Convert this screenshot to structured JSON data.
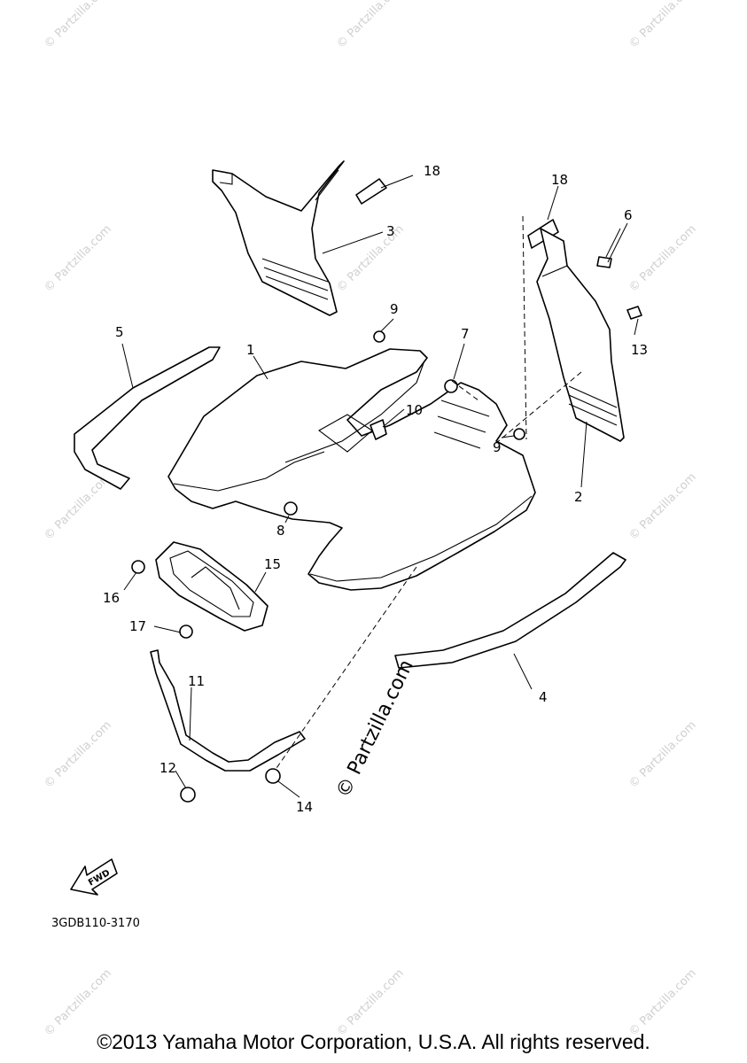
{
  "diagram": {
    "drawing_code": "3GDB110-3170",
    "fwd_label": "FWD",
    "watermark_text": "© Partzilla.com",
    "copyright": "©2013 Yamaha Motor Corporation, U.S.A. All rights reserved.",
    "callouts": [
      "1",
      "2",
      "3",
      "4",
      "5",
      "6",
      "7",
      "8",
      "9",
      "9",
      "10",
      "11",
      "12",
      "13",
      "14",
      "15",
      "16",
      "17",
      "18",
      "18"
    ]
  }
}
